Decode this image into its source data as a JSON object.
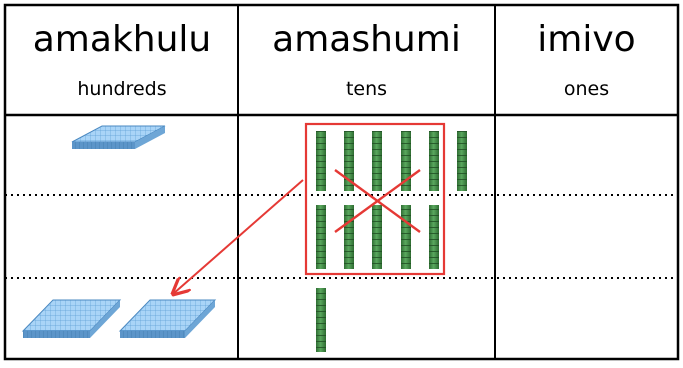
{
  "columns": [
    {
      "title": "amakhulu",
      "subtitle": "hundreds"
    },
    {
      "title": "amashumi",
      "subtitle": "tens"
    },
    {
      "title": "imivo",
      "subtitle": "ones"
    }
  ],
  "rows": {
    "row1": {
      "hundreds_blocks": 1,
      "tens_rods": 6
    },
    "row2": {
      "hundreds_blocks": 0,
      "tens_rods": 5
    },
    "row3": {
      "hundreds_blocks": 2,
      "tens_rods": 1
    }
  },
  "regrouping": {
    "tens_grouped": 10,
    "becomes_hundreds": 1
  },
  "colors": {
    "grid": "#000000",
    "annotation": "#e53935",
    "hundred_block": "#8ec5f2",
    "ten_rod": "#3e8e41"
  }
}
